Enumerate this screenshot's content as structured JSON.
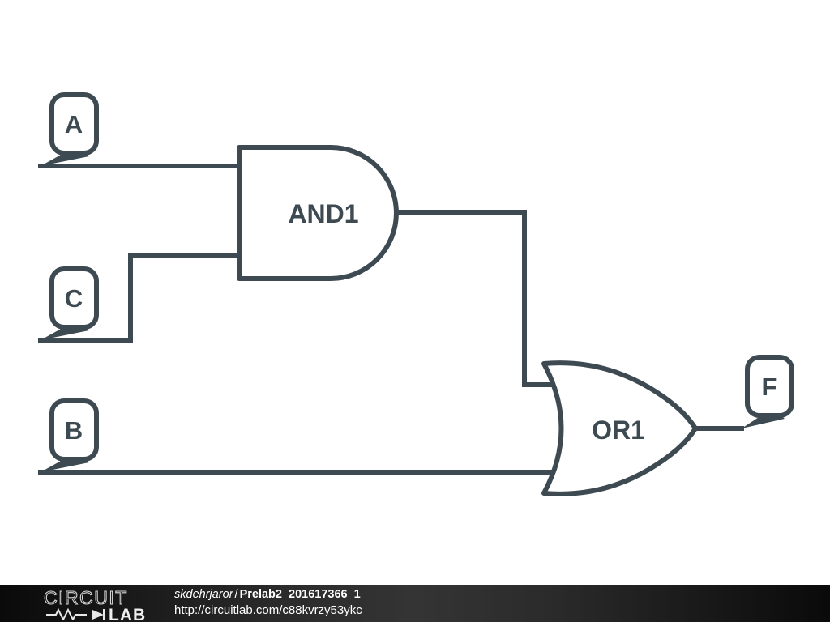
{
  "schematic": {
    "stroke_color": "#3E4A52",
    "background_color": "#FFFFFF",
    "gates": [
      {
        "id": "AND1",
        "type": "and-gate",
        "label": "AND1"
      },
      {
        "id": "OR1",
        "type": "or-gate",
        "label": "OR1"
      }
    ],
    "terminals": [
      {
        "id": "A",
        "label": "A",
        "kind": "input"
      },
      {
        "id": "C",
        "label": "C",
        "kind": "input"
      },
      {
        "id": "B",
        "label": "B",
        "kind": "input"
      },
      {
        "id": "F",
        "label": "F",
        "kind": "output"
      }
    ],
    "nets": [
      {
        "from": "A",
        "to": "AND1.in1"
      },
      {
        "from": "C",
        "to": "AND1.in2"
      },
      {
        "from": "AND1.out",
        "to": "OR1.in1"
      },
      {
        "from": "B",
        "to": "OR1.in2"
      },
      {
        "from": "OR1.out",
        "to": "F"
      }
    ]
  },
  "footer": {
    "logo_top": "CIRCUIT",
    "logo_bottom": "LAB",
    "user": "skdehrjaror",
    "separator": "/",
    "project": "Prelab2_201617366_1",
    "url": "http://circuitlab.com/c88kvrzy53ykc"
  }
}
